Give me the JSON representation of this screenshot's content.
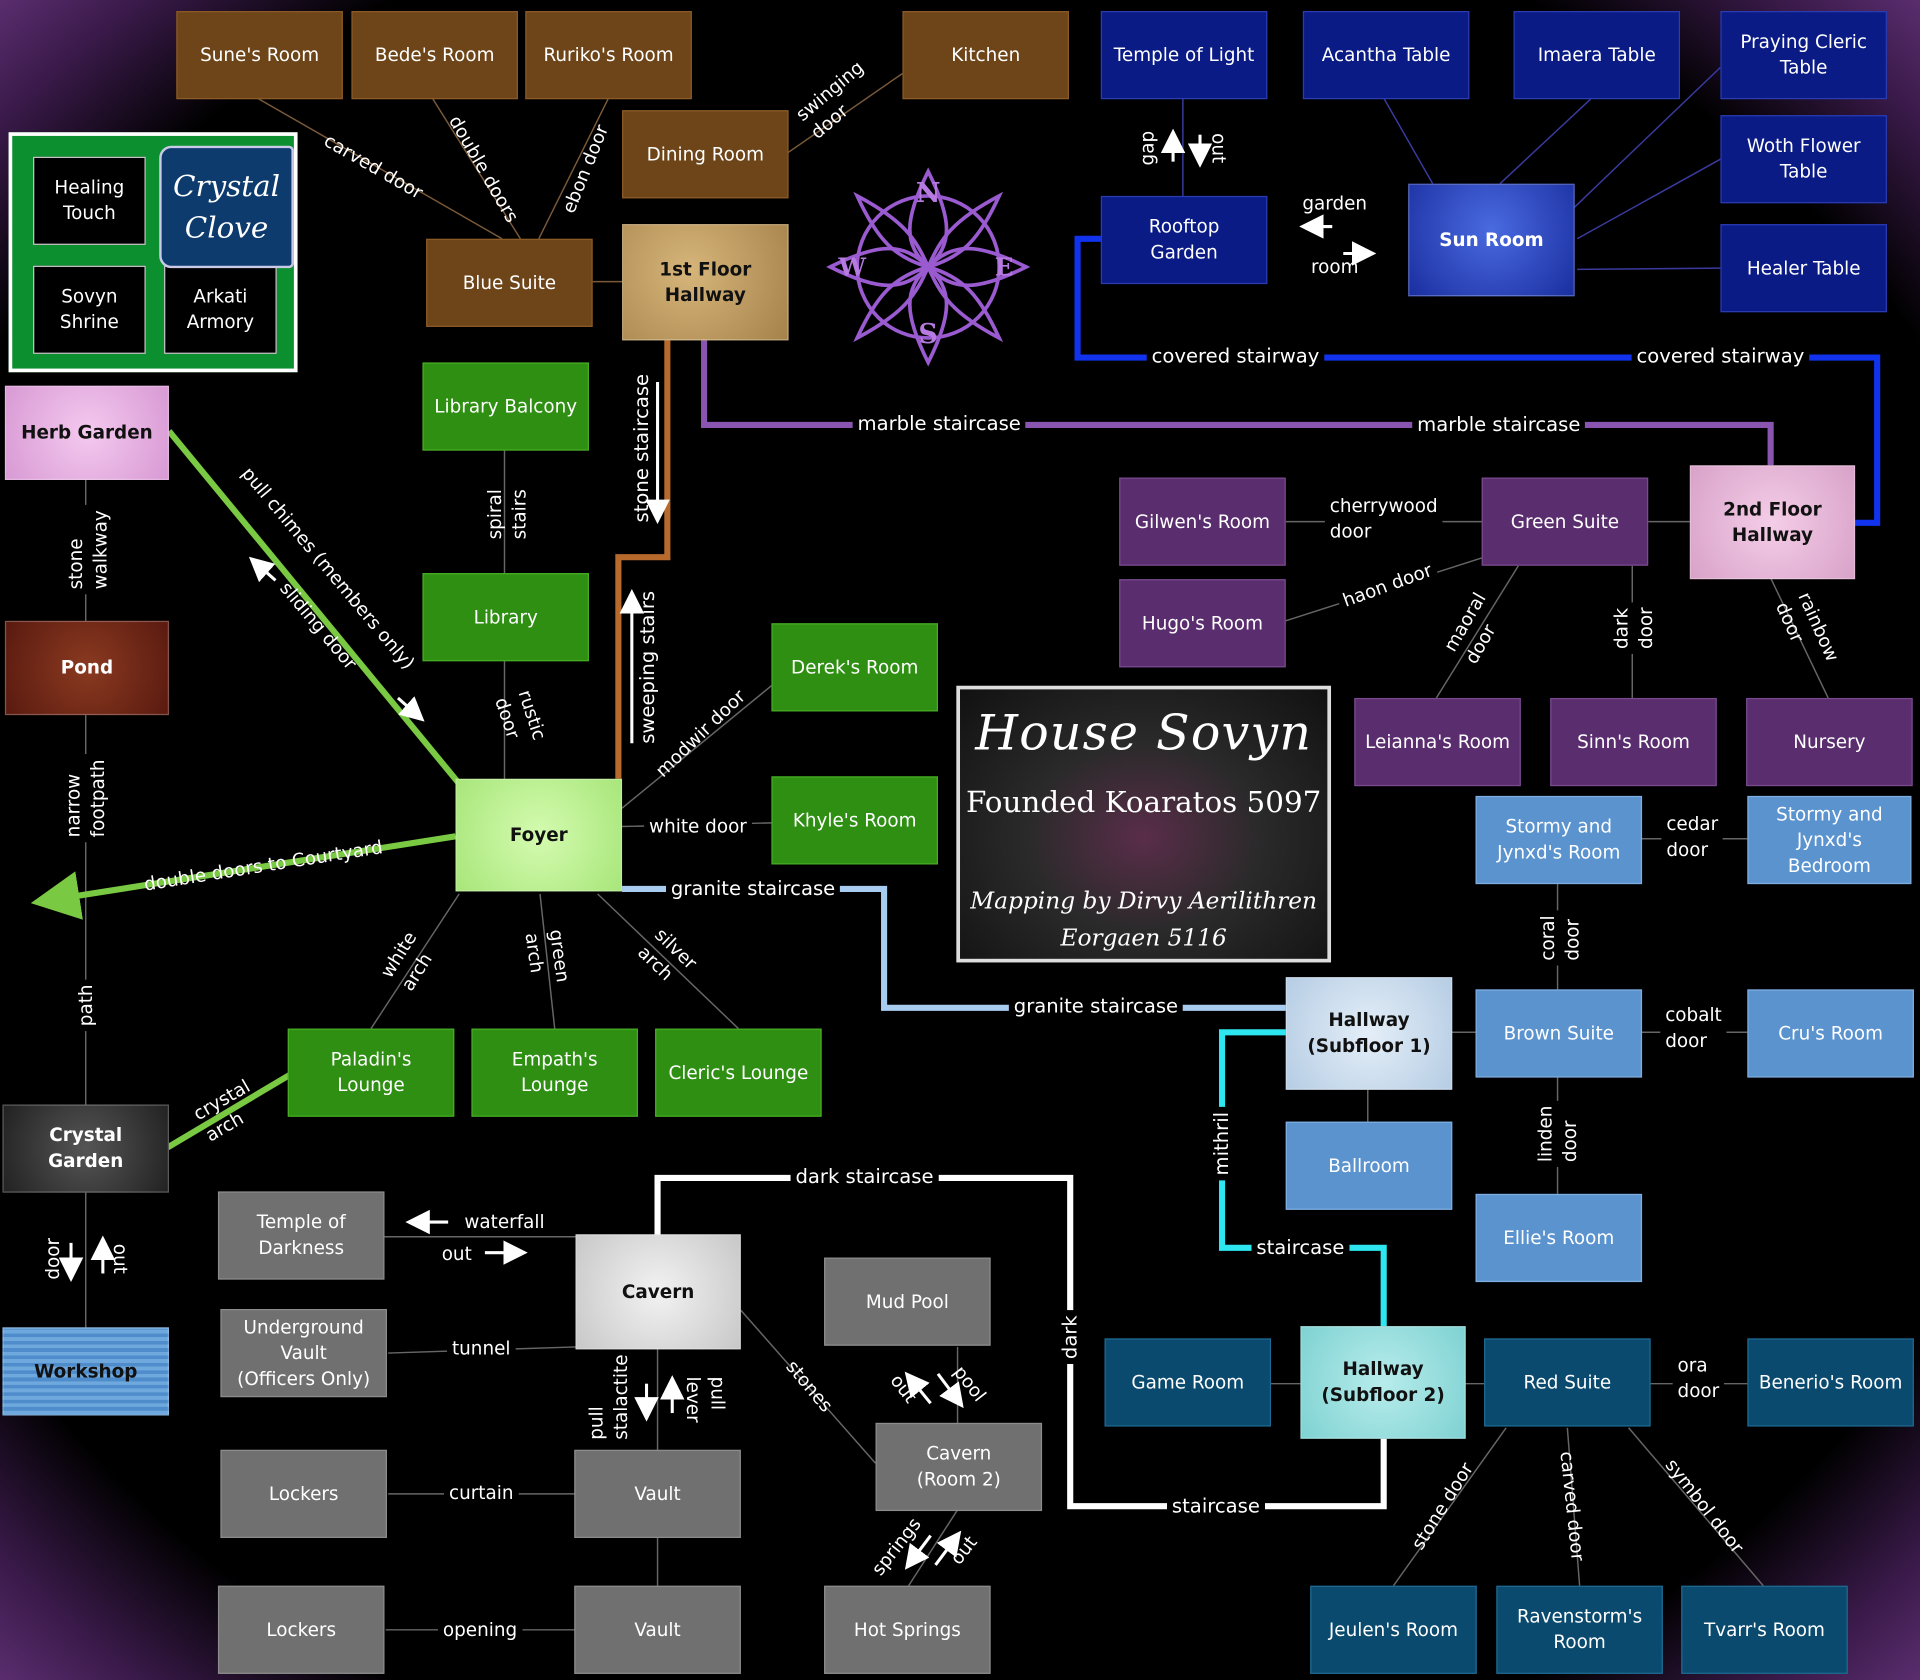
{
  "title": {
    "name": "House Sovyn",
    "founded": "Founded Koaratos 5097",
    "credit_line1": "Mapping by Dirvy Aerilithren",
    "credit_line2": "Eorgaen 5116"
  },
  "legend": {
    "scroll": "Crystal\nClove",
    "items": [
      "Healing\nTouch",
      "Sovyn\nShrine",
      "Arkati\nArmory"
    ]
  },
  "compass": {
    "n": "N",
    "e": "E",
    "s": "S",
    "w": "W"
  },
  "colors": {
    "brown": "#6e4519",
    "navy": "#0a1b85",
    "green": "#2e8f12",
    "purple": "#5a2d6e",
    "lightblue": "#5b93cf",
    "teal": "#0a4a6e",
    "gray": "#707070",
    "line_green": "#7ac943",
    "line_brown": "#b86a2c",
    "line_purple": "#8a55b0",
    "line_blue": "#1133ee",
    "line_lightblue": "#a8ccf0",
    "line_cyan": "#2ee6f0",
    "line_white": "#ffffff"
  },
  "rooms": {
    "sune": "Sune's Room",
    "bede": "Bede's Room",
    "ruriko": "Ruriko's Room",
    "kitchen": "Kitchen",
    "dining": "Dining Room",
    "blue_suite": "Blue Suite",
    "first_floor": "1st Floor\nHallway",
    "temple_light": "Temple of Light",
    "acantha": "Acantha Table",
    "imaera": "Imaera Table",
    "praying_cleric": "Praying Cleric\nTable",
    "woth_flower": "Woth Flower\nTable",
    "healer": "Healer Table",
    "rooftop": "Rooftop\nGarden",
    "sun_room": "Sun Room",
    "herb_garden": "Herb Garden",
    "pond": "Pond",
    "crystal_garden": "Crystal Garden",
    "workshop": "Workshop",
    "library_balcony": "Library Balcony",
    "library": "Library",
    "foyer": "Foyer",
    "derek": "Derek's Room",
    "khyle": "Khyle's Room",
    "paladin": "Paladin's\nLounge",
    "empath": "Empath's\nLounge",
    "cleric": "Cleric's Lounge",
    "gilwen": "Gilwen's Room",
    "hugo": "Hugo's Room",
    "green_suite": "Green Suite",
    "second_floor": "2nd Floor\nHallway",
    "leianna": "Leianna's Room",
    "sinn": "Sinn's Room",
    "nursery": "Nursery",
    "stormy_room": "Stormy and\nJynxd's Room",
    "stormy_bedroom": "Stormy and\nJynxd's\nBedroom",
    "subfloor1": "Hallway\n(Subfloor 1)",
    "brown_suite": "Brown Suite",
    "cru": "Cru's Room",
    "ballroom": "Ballroom",
    "ellie": "Ellie's Room",
    "temple_dark": "Temple of\nDarkness",
    "cavern": "Cavern",
    "underground_vault": "Underground\nVault\n(Officers Only)",
    "lockers1": "Lockers",
    "vault1": "Vault",
    "lockers2": "Lockers",
    "vault2": "Vault",
    "mud_pool": "Mud Pool",
    "cavern2": "Cavern\n(Room 2)",
    "hot_springs": "Hot Springs",
    "game_room": "Game Room",
    "subfloor2": "Hallway\n(Subfloor 2)",
    "red_suite": "Red Suite",
    "benerio": "Benerio's Room",
    "jeulen": "Jeulen's Room",
    "ravenstorm": "Ravenstorm's\nRoom",
    "tvarr": "Tvarr's Room"
  },
  "paths": {
    "carved_door": "carved door",
    "double_doors": "double doors",
    "ebon_door": "ebon door",
    "swinging_door": "swinging\ndoor",
    "gap": "gap",
    "out_top": "out",
    "garden": "garden",
    "room": "room",
    "covered1": "covered stairway",
    "covered2": "covered stairway",
    "marble1": "marble staircase",
    "marble2": "marble staircase",
    "stone_staircase": "stone staircase",
    "sweeping": "sweeping stairs",
    "spiral": "spiral\nstairs",
    "rustic": "rustic\ndoor",
    "modwir": "modwir door",
    "white_door": "white door",
    "pull_chimes": "pull chimes (members only)",
    "sliding_door": "sliding door",
    "stone_walkway": "stone\nwalkway",
    "narrow_footpath": "narrow\nfootpath",
    "path": "path",
    "double_courtyard": "double doors to Courtyard",
    "white_arch": "white\narch",
    "green_arch": "green\narch",
    "silver_arch": "silver\narch",
    "crystal_arch": "crystal\narch",
    "door_ws": "door",
    "out_ws": "out",
    "granite1": "granite staircase",
    "granite2": "granite staircase",
    "cherrywood": "cherrywood\ndoor",
    "haon": "haon door",
    "maoral": "maoral\ndoor",
    "dark_door": "dark\ndoor",
    "rainbow": "rainbow\ndoor",
    "cedar": "cedar\ndoor",
    "coral": "coral\ndoor",
    "cobalt": "cobalt\ndoor",
    "linden": "linden\ndoor",
    "mithril": "mithril",
    "staircase_cyan": "staircase",
    "dark_staircase": "dark staircase",
    "dark": "dark",
    "staircase_white": "staircase",
    "waterfall": "waterfall",
    "out_cave": "out",
    "tunnel": "tunnel",
    "pull_stalactite": "pull\nstalactite",
    "pull_lever": "pull\nlever",
    "stones": "stones",
    "curtain": "curtain",
    "opening": "opening",
    "out_pool": "out",
    "pool": "pool",
    "springs": "springs",
    "out_springs": "out",
    "ora": "ora\ndoor",
    "stone_door": "stone door",
    "carved_door2": "carved door",
    "symbol_door": "symbol door"
  }
}
